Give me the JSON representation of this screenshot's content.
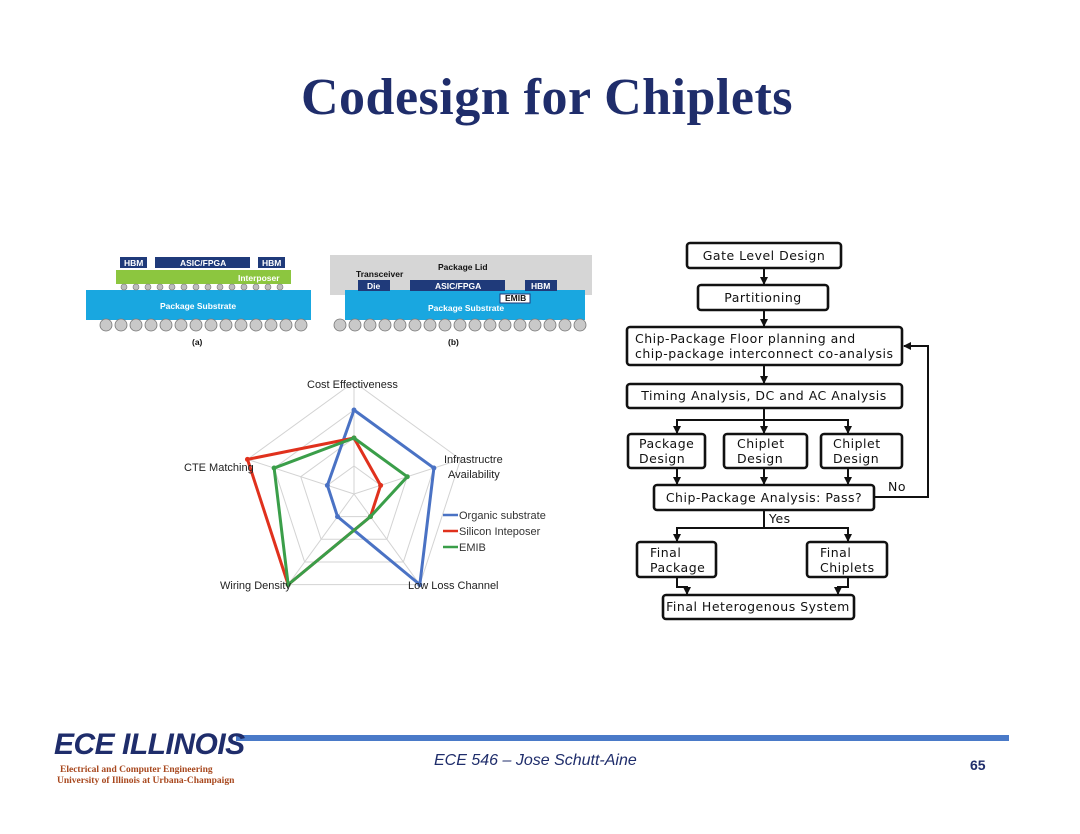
{
  "slide": {
    "title": "Codesign for Chiplets",
    "course": "ECE 546 – Jose Schutt-Aine",
    "page_number": "65"
  },
  "logo": {
    "name": "ECE ILLINOIS",
    "line1": "Electrical and Computer Engineering",
    "line2": "University of Illinois at Urbana-Champaign"
  },
  "package_diagram_a": {
    "caption": "(a)",
    "hbm_left": "HBM",
    "asic": "ASIC/FPGA",
    "hbm_right": "HBM",
    "interposer": "Interposer",
    "substrate": "Package Substrate"
  },
  "package_diagram_b": {
    "caption": "(b)",
    "lid": "Package Lid",
    "transceiver": "Transceiver",
    "die": "Die",
    "asic": "ASIC/FPGA",
    "hbm": "HBM",
    "emib": "EMIB",
    "substrate": "Package Substrate"
  },
  "radar": {
    "axes": [
      "Cost Effectiveness",
      "Infrastructre Availability",
      "Low Loss Channel",
      "Wiring Density",
      "CTE  Matching"
    ],
    "axis_label_lines": {
      "cost": "Cost Effectiveness",
      "infra1": "Infrastructre",
      "infra2": "Availability",
      "lowloss": "Low Loss Channel",
      "wiring": "Wiring Density",
      "cte": "CTE  Matching"
    },
    "levels": 4,
    "max": 4,
    "series": [
      {
        "name": "Organic substrate",
        "color": "#4a72c4",
        "values": [
          3,
          3,
          4,
          1,
          1
        ]
      },
      {
        "name": "Silicon Inteposer",
        "color": "#e0311d",
        "values": [
          2,
          1,
          1,
          4,
          4
        ]
      },
      {
        "name": "EMIB",
        "color": "#3a9e49",
        "values": [
          2,
          2,
          1,
          4,
          3
        ]
      }
    ]
  },
  "flowchart": {
    "gate_level": "Gate Level Design",
    "partitioning": "Partitioning",
    "floorplan_line1": "Chip-Package Floor planning and",
    "floorplan_line2": "chip-package interconnect co-analysis",
    "timing": "Timing Analysis, DC and AC Analysis",
    "pkg_design_1": "Package",
    "pkg_design_2": "Design",
    "chiplet_design_a1": "Chiplet",
    "chiplet_design_a2": "Design",
    "chiplet_design_b1": "Chiplet",
    "chiplet_design_b2": "Design",
    "analysis": "Chip-Package Analysis: Pass?",
    "no": "No",
    "yes": "Yes",
    "final_pkg_1": "Final",
    "final_pkg_2": "Package",
    "final_chiplets_1": "Final",
    "final_chiplets_2": "Chiplets",
    "final_system": "Final Heterogenous System"
  }
}
